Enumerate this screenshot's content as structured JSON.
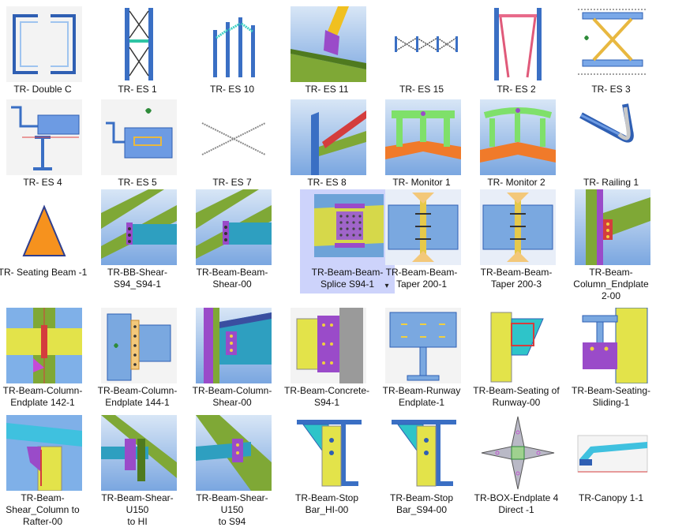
{
  "items": [
    {
      "label": "TR- Double C",
      "icon": "double-c-icon"
    },
    {
      "label": "TR- ES 1",
      "icon": "es1-icon"
    },
    {
      "label": "TR- ES 10",
      "icon": "es10-icon"
    },
    {
      "label": "TR- ES 11",
      "icon": "es11-icon"
    },
    {
      "label": "TR- ES 15",
      "icon": "es15-icon"
    },
    {
      "label": "TR- ES 2",
      "icon": "es2-icon"
    },
    {
      "label": "TR- ES 3",
      "icon": "es3-icon"
    },
    {
      "label": "TR- ES 4",
      "icon": "es4-icon"
    },
    {
      "label": "TR- ES 5",
      "icon": "es5-icon"
    },
    {
      "label": "TR- ES 7",
      "icon": "es7-icon"
    },
    {
      "label": "TR- ES 8",
      "icon": "es8-icon"
    },
    {
      "label": "TR- Monitor 1",
      "icon": "monitor1-icon"
    },
    {
      "label": "TR- Monitor 2",
      "icon": "monitor2-icon"
    },
    {
      "label": "TR- Railing 1",
      "icon": "railing1-icon"
    },
    {
      "label": "TR- Seating Beam -1",
      "icon": "seating-beam-icon"
    },
    {
      "label": "TR-BB-Shear-\nS94_S94-1",
      "icon": "bb-shear-icon"
    },
    {
      "label": "TR-Beam-Beam-\nShear-00",
      "icon": "beam-beam-shear-icon"
    },
    {
      "label": "TR-Beam-Beam-\nSplice S94-1",
      "icon": "beam-beam-splice-icon",
      "selected": true
    },
    {
      "label": "TR-Beam-Beam-\nTaper 200-1",
      "icon": "taper-200-1-icon"
    },
    {
      "label": "TR-Beam-Beam-\nTaper 200-3",
      "icon": "taper-200-3-icon"
    },
    {
      "label": "TR-Beam-\nColumn_Endplate\n2-00",
      "icon": "column-endplate-icon"
    },
    {
      "label": "TR-Beam-Column-\nEndplate 142-1",
      "icon": "endplate-142-icon"
    },
    {
      "label": "TR-Beam-Column-\nEndplate 144-1",
      "icon": "endplate-144-icon"
    },
    {
      "label": "TR-Beam-Column-\nShear-00",
      "icon": "column-shear-icon"
    },
    {
      "label": "TR-Beam-Concrete-\nS94-1",
      "icon": "beam-concrete-icon"
    },
    {
      "label": "TR-Beam-Runway\nEndplate-1",
      "icon": "runway-endplate-icon"
    },
    {
      "label": "TR-Beam-Seating of\nRunway-00",
      "icon": "seating-runway-icon"
    },
    {
      "label": "TR-Beam-Seating-\nSliding-1",
      "icon": "seating-sliding-icon"
    },
    {
      "label": "TR-Beam-\nShear_Column to\nRafter-00",
      "icon": "shear-column-rafter-icon"
    },
    {
      "label": "TR-Beam-Shear-U150\nto HI",
      "icon": "shear-u150-hi-icon"
    },
    {
      "label": "TR-Beam-Shear-U150\nto S94",
      "icon": "shear-u150-s94-icon"
    },
    {
      "label": "TR-Beam-Stop\nBar_HI-00",
      "icon": "stop-bar-hi-icon"
    },
    {
      "label": "TR-Beam-Stop\nBar_S94-00",
      "icon": "stop-bar-s94-icon"
    },
    {
      "label": "TR-BOX-Endplate 4\nDirect -1",
      "icon": "box-endplate-icon"
    },
    {
      "label": "TR-Canopy 1-1",
      "icon": "canopy-icon"
    }
  ],
  "dropdown_glyph": "▾",
  "colors": {
    "selection": "#cdd3fb",
    "steel_blue": "#3a6fc4",
    "green": "#6f9a2d",
    "purple": "#9a4bc9",
    "yellow": "#e6e64a",
    "cyan": "#2bb7d6"
  }
}
